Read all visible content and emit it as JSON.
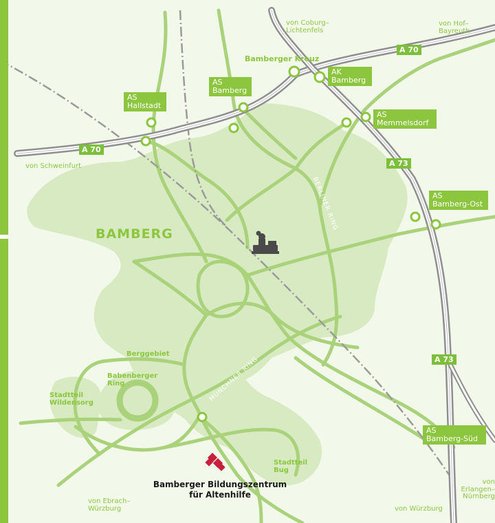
{
  "title": "BAMBERG",
  "junction": "Bamberger Kreuz",
  "highways": {
    "a70": "A 70",
    "a73": "A 73"
  },
  "exits": {
    "hallstadt": "AS\nHallstadt",
    "bamberg": "AS\nBamberg",
    "ak_bamberg": "AK\nBamberg",
    "memmelsdorf": "AS\nMemmelsdorf",
    "bamberg_ost": "AS\nBamberg-Ost",
    "bamberg_sued": "AS\nBamberg-Süd"
  },
  "directions": {
    "coburg": "von Coburg–\nLichtenfels",
    "hof": "von Hof–\nBayreuth",
    "schweinfurt": "von Schweinfurt",
    "ebrach": "von Ebrach–\nWürzburg",
    "wuerzburg": "von Würzburg",
    "erlangen": "von Erlangen–\nNürnberg"
  },
  "districts": {
    "berggebiet": "Berggebiet",
    "babenberger_ring": "Babenberger\nRing",
    "wildensorg": "Stadtteil\nWildensorg",
    "bug": "Stadtteil\nBug"
  },
  "streets": {
    "berliner_ring": "BERLINER RING",
    "muenchner_ring": "MÜNCHNER RING"
  },
  "destination": "Bamberger Bildungszentrum\nfür Altenhilfe",
  "icons": {
    "station": "steam-locomotive-icon",
    "destination": "location-marker-icon"
  },
  "colors": {
    "city_area": "#d8eac2",
    "road": "#a9d27a",
    "highway": "#9a9a9a",
    "railway": "#999999",
    "accent": "#8cc63f",
    "marker": "#c8203c"
  }
}
